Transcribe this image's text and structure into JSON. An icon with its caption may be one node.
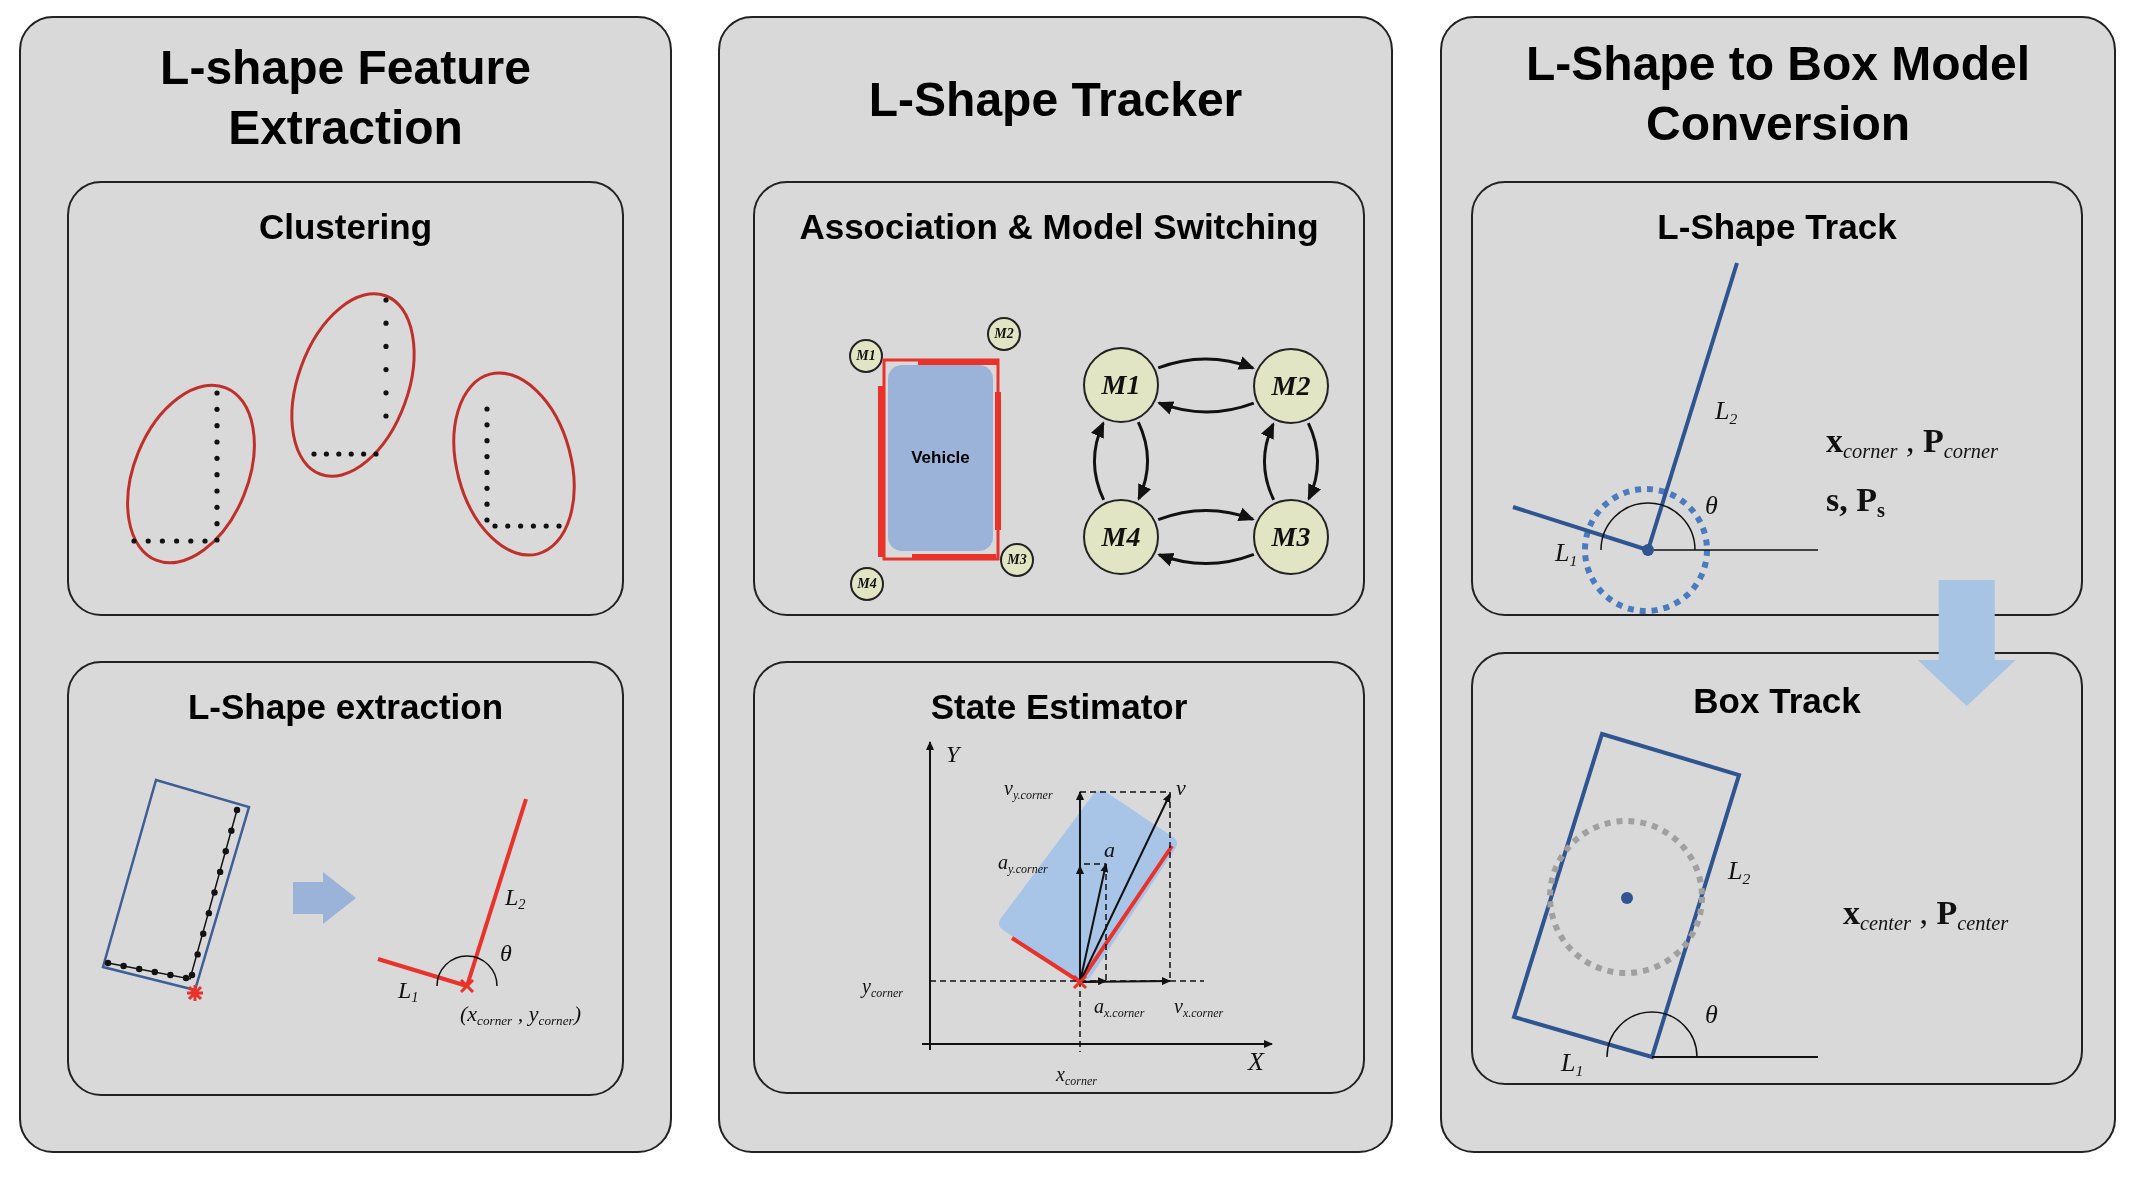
{
  "diagram": {
    "nodes": [
      {
        "text": [
          "L-shape Feature Extraction"
        ]
      },
      {
        "text": [
          "Clustering"
        ],
        "in": 0
      },
      {
        "text": [
          "L-Shape extraction"
        ],
        "in": 0
      },
      {
        "text": [
          "L-Shape Tracker"
        ]
      },
      {
        "text": [
          "Association & Model Switching"
        ],
        "in": 3
      },
      {
        "text": [
          "Vehicle"
        ],
        "in": 4
      },
      {
        "text": [
          "M1"
        ],
        "in": 4
      },
      {
        "text": [
          "M2"
        ],
        "in": 4
      },
      {
        "text": [
          "M3"
        ],
        "in": 4
      },
      {
        "text": [
          "M4"
        ],
        "in": 4
      },
      {
        "text": [
          "M1"
        ],
        "in": 4
      },
      {
        "text": [
          "M2"
        ],
        "in": 4
      },
      {
        "text": [
          "M4"
        ],
        "in": 4
      },
      {
        "text": [
          "M3"
        ],
        "in": 4
      },
      {
        "text": [
          "State Estimator"
        ],
        "in": 3
      },
      {
        "text": [
          "L-Shape to Box Model Conversion"
        ]
      },
      {
        "text": [
          "L-Shape Track"
        ],
        "in": 15
      },
      {
        "text": [
          "Box Track"
        ],
        "in": 15
      }
    ],
    "edges": [
      {
        "from": 10,
        "to": 11,
        "arrow": "to"
      },
      {
        "from": 11,
        "to": 10,
        "arrow": "to"
      },
      {
        "from": 10,
        "to": 12,
        "arrow": "to"
      },
      {
        "from": 12,
        "to": 10,
        "arrow": "to"
      },
      {
        "from": 11,
        "to": 13,
        "arrow": "to"
      },
      {
        "from": 13,
        "to": 11,
        "arrow": "to"
      },
      {
        "from": 12,
        "to": 13,
        "arrow": "to"
      },
      {
        "from": 13,
        "to": 12,
        "arrow": "to"
      },
      {
        "from": 16,
        "to": 17,
        "arrow": "to",
        "style": "thick",
        "color": "#a7c4e4"
      }
    ],
    "labels": [
      "L$_{2}$",
      "θ",
      "L$_{1}$",
      "(x$_{corner}$ , y$_{corner}$)",
      "Y",
      "v$_{y.corner}$",
      "v",
      "a$_{y.corner}$",
      "a",
      "y$_{corner}$",
      "a$_{x.corner}$",
      "v$_{x.corner}$",
      "X",
      "x$_{corner}$",
      "L$_{2}$",
      "**x**$_{corner}$ , **P**$_{corner}$",
      "θ",
      "s, P$_{s}$",
      "L$_{1}$",
      "L$_{2}$",
      "**x**$_{center}$ , **P**$_{center}$",
      "θ",
      "L$_{1}$"
    ]
  }
}
